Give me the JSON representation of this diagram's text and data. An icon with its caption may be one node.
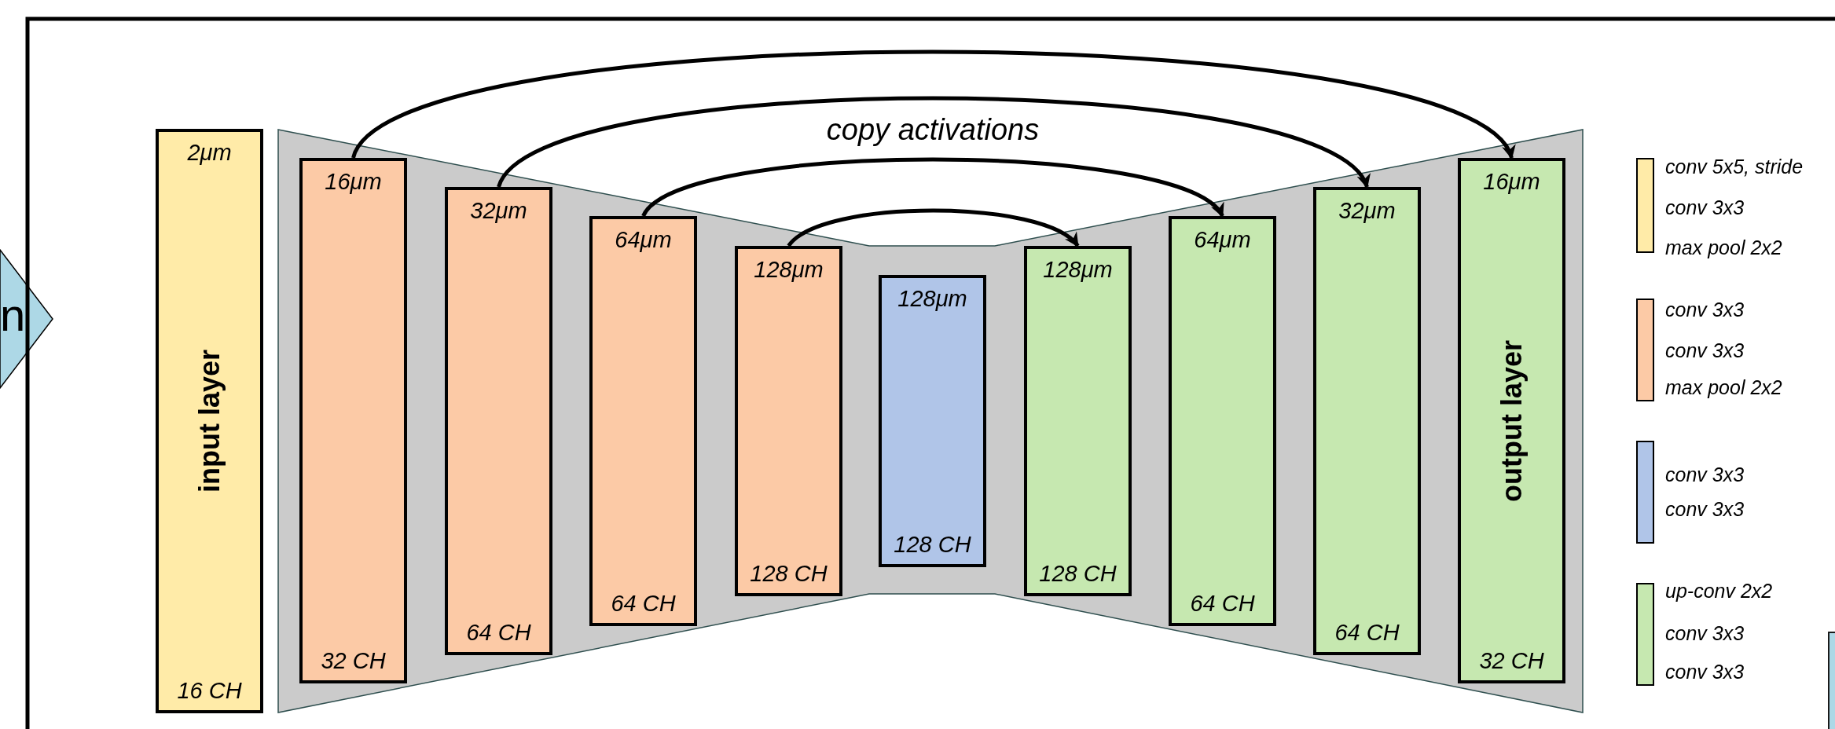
{
  "diagram": {
    "nodes": [
      {
        "text": [
          "n"
        ]
      },
      {
        "text": [
          "2μm",
          "input layer",
          "16 CH"
        ]
      },
      {
        "text": [],
        "shape": "band"
      },
      {
        "text": [
          "16μm",
          "32 CH"
        ],
        "in": 2
      },
      {
        "text": [
          "32μm",
          "64 CH"
        ],
        "in": 2
      },
      {
        "text": [
          "64μm",
          "64 CH"
        ],
        "in": 2
      },
      {
        "text": [
          "128μm",
          "128 CH"
        ],
        "in": 2
      },
      {
        "text": [
          "128μm",
          "128 CH"
        ],
        "in": 2
      },
      {
        "text": [
          "128μm",
          "128 CH"
        ],
        "in": 2
      },
      {
        "text": [
          "64μm",
          "64 CH"
        ],
        "in": 2
      },
      {
        "text": [
          "32μm",
          "64 CH"
        ],
        "in": 2
      },
      {
        "text": [
          "16μm",
          "output layer",
          "32 CH"
        ],
        "in": 2
      },
      {
        "text": [],
        "shape": "box"
      }
    ],
    "edges": [
      {
        "from": 3,
        "to": 11,
        "arrow": "to"
      },
      {
        "from": 4,
        "to": 10,
        "arrow": "to"
      },
      {
        "from": 5,
        "to": 9,
        "arrow": "to"
      },
      {
        "from": 6,
        "to": 8,
        "arrow": "to"
      }
    ],
    "labels": [
      "copy activations"
    ],
    "legend": [
      {
        "text": "conv 5x5, stride",
        "color": "#ffeba8"
      },
      {
        "text": "conv 3x3",
        "color": "#ffeba8"
      },
      {
        "text": "max pool 2x2",
        "color": "#ffeba8"
      },
      {
        "text": "conv 3x3",
        "color": "#fccaa6"
      },
      {
        "text": "conv 3x3",
        "color": "#fccaa6"
      },
      {
        "text": "max pool 2x2",
        "color": "#fccaa6"
      },
      {
        "text": "conv 3x3",
        "color": "#b0c5e8"
      },
      {
        "text": "conv 3x3",
        "color": "#b0c5e8"
      },
      {
        "text": "up-conv 2x2",
        "color": "#c6e8b0"
      },
      {
        "text": "conv 3x3",
        "color": "#c6e8b0"
      },
      {
        "text": "conv 3x3",
        "color": "#c6e8b0"
      }
    ]
  }
}
